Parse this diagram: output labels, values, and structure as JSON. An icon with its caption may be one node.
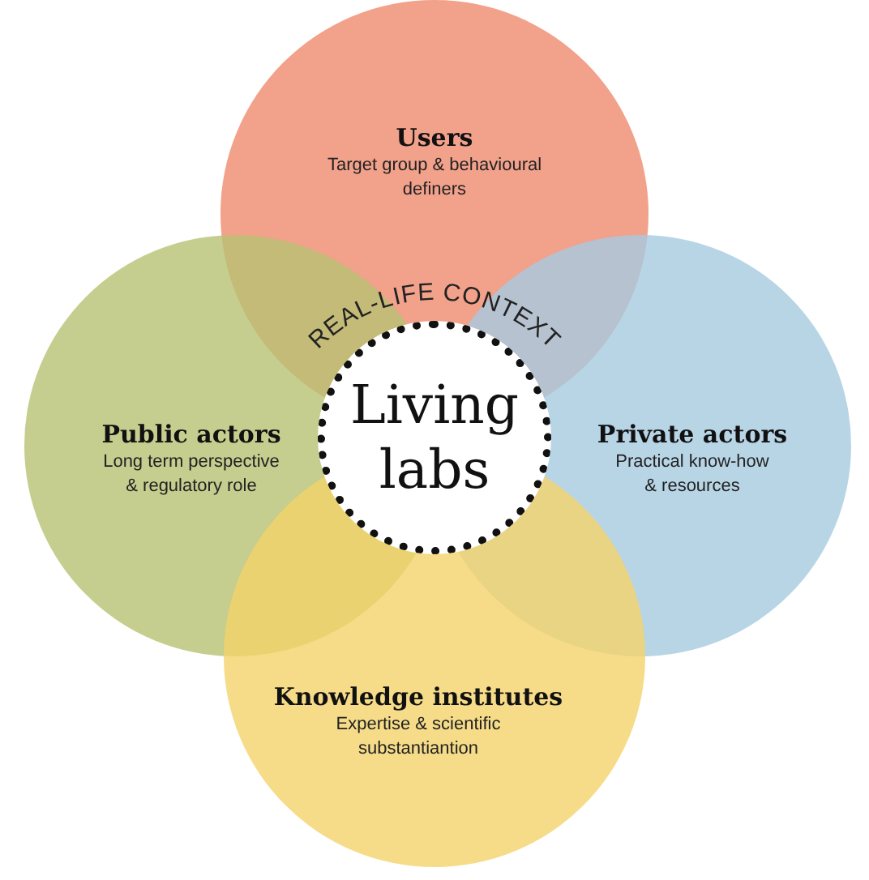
{
  "diagram": {
    "nodes": [
      {
        "text": [
          "Users",
          "Target group & behavioural definers"
        ]
      },
      {
        "text": [
          "Public actors",
          "Long term perspective & regulatory role"
        ]
      },
      {
        "text": [
          "Private actors",
          "Practical know-how & resources"
        ]
      },
      {
        "text": [
          "Knowledge institutes",
          "Expertise & scientific substantiantion"
        ]
      },
      {
        "text": [
          "Living labs"
        ],
        "beside": [
          "REAL-LIFE CONTEXT"
        ]
      }
    ]
  }
}
